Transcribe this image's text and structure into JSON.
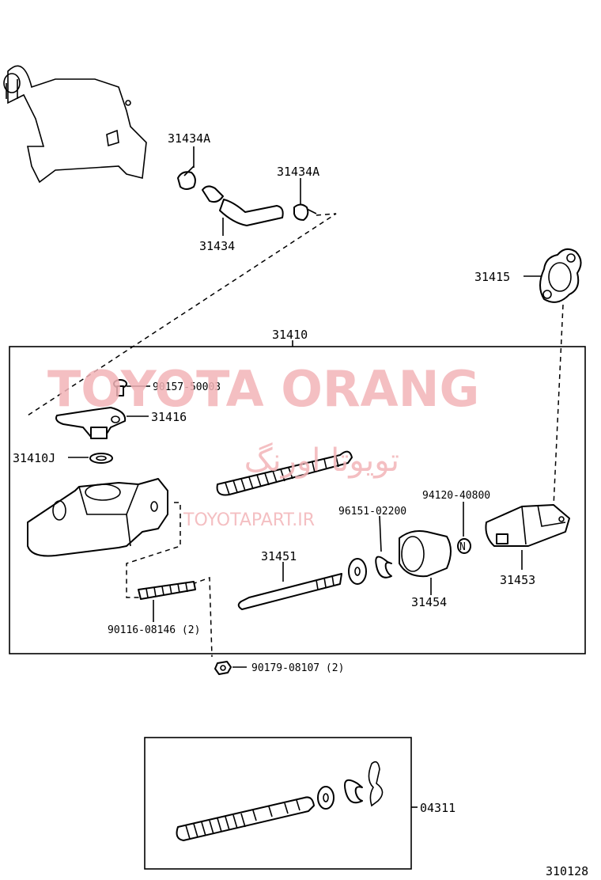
{
  "labels": {
    "clamp_a_top": "31434A",
    "clamp_a_right": "31434A",
    "hose": "31434",
    "gasket": "31415",
    "cylinder_assy": "31410",
    "screw": "90157-50003",
    "union": "31416",
    "washer": "31410J",
    "spring": "96151-02200",
    "ring_n": "94120-40800",
    "push_rod": "31451",
    "boot": "31454",
    "clevis": "31453",
    "stud": "90116-08146 (2)",
    "nut": "90179-08107 (2)",
    "kit": "04311",
    "diagram_no": "310128",
    "ring_n_mark": "N"
  },
  "watermark": {
    "title": "TOYOTA ORANG",
    "site": "TOYOTAPART.IR",
    "persian": "تویوتا اورنگ",
    "color": "#f3b4b8"
  }
}
